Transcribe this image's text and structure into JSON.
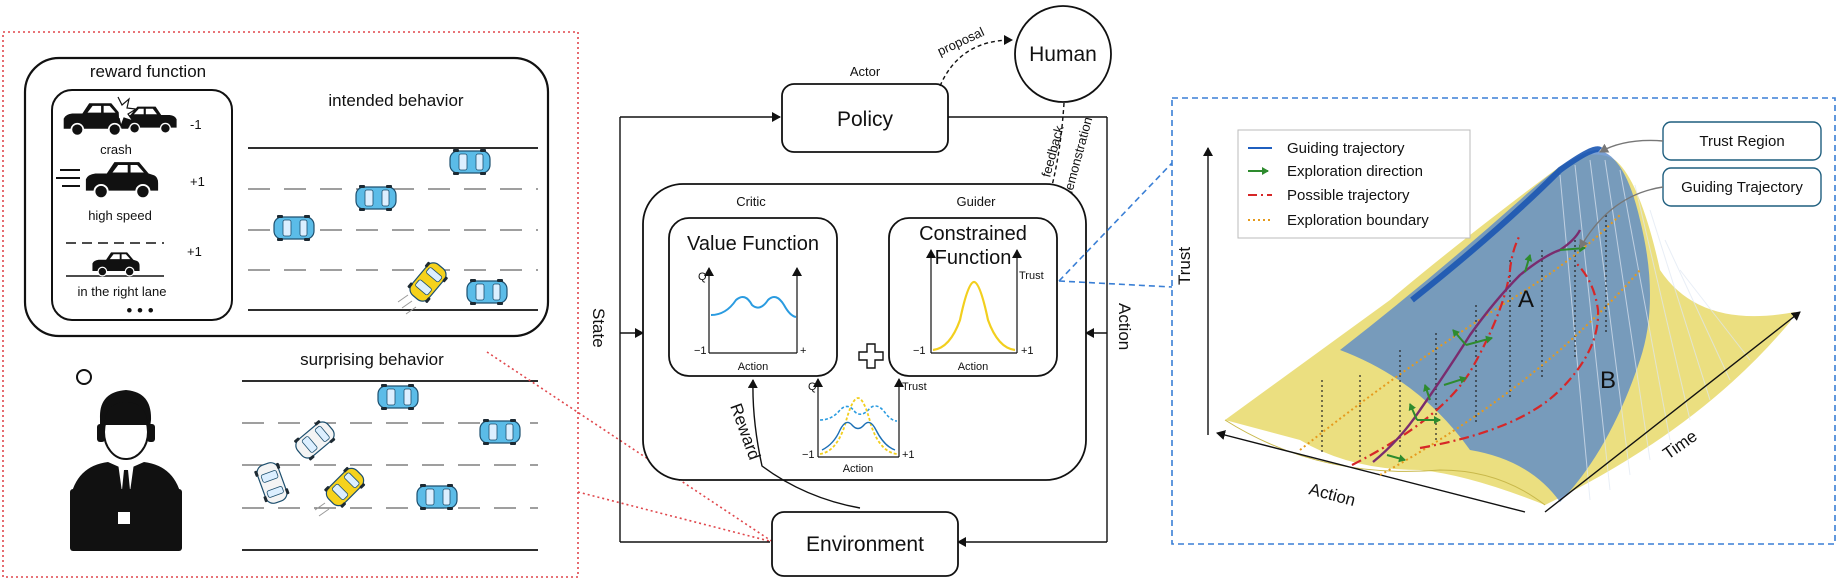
{
  "left_panel": {
    "reward_box": {
      "title": "reward function",
      "items": [
        {
          "caption": "crash",
          "value": "-1"
        },
        {
          "caption": "high speed",
          "value": "+1"
        },
        {
          "caption": "in the right lane",
          "value": "+1"
        }
      ],
      "ellipsis": "• • •"
    },
    "intended_label": "intended behavior",
    "surprising_label": "surprising behavior"
  },
  "middle_panel": {
    "actor_label": "Actor",
    "policy_label": "Policy",
    "human_label": "Human",
    "proposal_label": "proposal",
    "feedback_label": "feedback",
    "demonstration_label": "demonstration",
    "critic_label": "Critic",
    "guider_label": "Guider",
    "value_function_title": "Value Function",
    "constrained_function_title": [
      "Constrained",
      "Function"
    ],
    "state_label": "State",
    "action_side_label": "Action",
    "reward_label": "Reward",
    "environment_label": "Environment",
    "value_plot": {
      "y_label": "Q",
      "x_label": "Action",
      "x_min": "−1",
      "x_max": "+"
    },
    "constrained_plot": {
      "y_label": "Trust",
      "x_label": "Action",
      "x_min": "−1",
      "x_max": "+1"
    },
    "combined_plot": {
      "y_left": "Q",
      "y_right": "Trust",
      "x_label": "Action",
      "x_min": "−1",
      "x_max": "+1"
    },
    "plus_symbol": "+"
  },
  "right_panel": {
    "legend": [
      {
        "label": "Guiding trajectory",
        "color": "#1f5fbf"
      },
      {
        "label": "Exploration direction",
        "color": "#2e8b2e"
      },
      {
        "label": "Possible trajectory",
        "color": "#d62728"
      },
      {
        "label": "Exploration boundary",
        "color": "#e69a1c"
      }
    ],
    "callouts": [
      "Trust Region",
      "Guiding Trajectory"
    ],
    "point_labels": [
      "A",
      "B"
    ],
    "axis_labels": {
      "vertical": "Trust",
      "left": "Action",
      "right": "Time"
    }
  },
  "colors": {
    "red_dotted": "#e0474c",
    "blue_dashed": "#3a7fd5",
    "blue_curve": "#2a9be0",
    "yellow_curve": "#f2cf1e",
    "car_blue": "#5bbce8",
    "car_yellow": "#f6d21c"
  }
}
